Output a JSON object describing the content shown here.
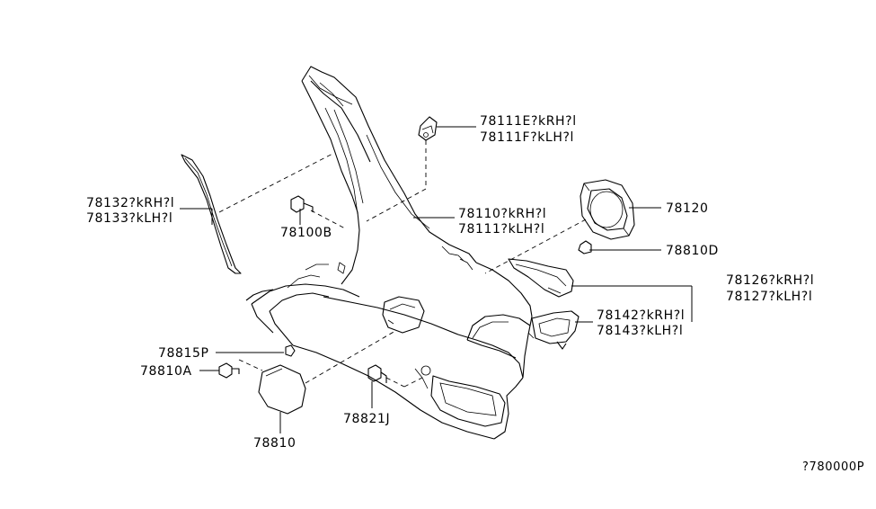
{
  "labels": {
    "p78111E": "78111E?kRH?l",
    "p78111F": "78111F?kLH?l",
    "p78132": "78132?kRH?l",
    "p78133": "78133?kLH?l",
    "p78110": "78110?kRH?l",
    "p78111": "78111?kLH?l",
    "p78120": "78120",
    "p78100B": "78100B",
    "p78810D": "78810D",
    "p78126": "78126?kRH?l",
    "p78127": "78127?kLH?l",
    "p78142": "78142?kRH?l",
    "p78143": "78143?kLH?l",
    "p78815P": "78815P",
    "p78810A": "78810A",
    "p78821J": "78821J",
    "p78810": "78810",
    "diagram_code": "?780000P"
  }
}
